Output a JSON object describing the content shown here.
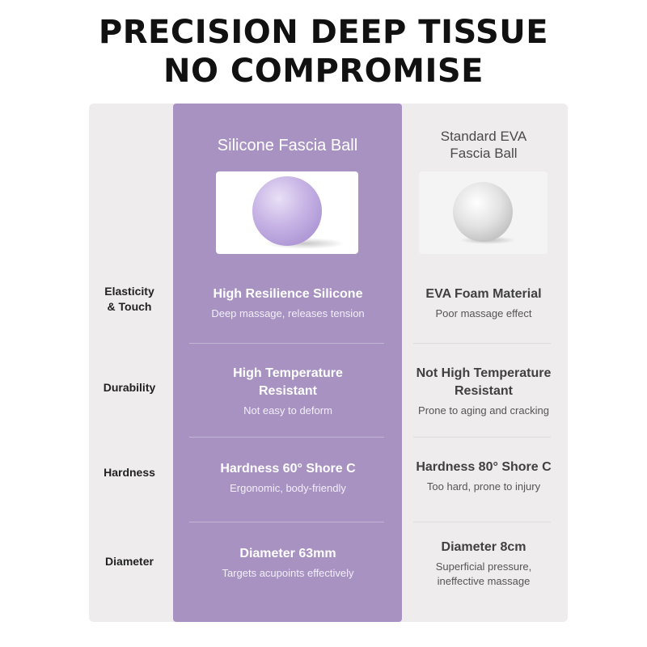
{
  "headline": {
    "line1": "PRECISION DEEP TISSUE",
    "line2": "NO COMPROMISE"
  },
  "columns": {
    "silicone_title": "Silicone Fascia Ball",
    "eva_title_line1": "Standard EVA",
    "eva_title_line2": "Fascia Ball"
  },
  "colors": {
    "accent_purple": "#a792c1",
    "panel_gray": "#eeeced"
  },
  "rows": [
    {
      "label_line1": "Elasticity",
      "label_line2": "& Touch",
      "silicone_title": "High Resilience Silicone",
      "silicone_desc": "Deep massage, releases tension",
      "eva_title": "EVA Foam Material",
      "eva_desc": "Poor massage effect"
    },
    {
      "label_line1": "Durability",
      "silicone_title_line1": "High Temperature",
      "silicone_title_line2": "Resistant",
      "silicone_desc": "Not easy to deform",
      "eva_title_line1": "Not High Temperature",
      "eva_title_line2": "Resistant",
      "eva_desc": "Prone to aging and cracking"
    },
    {
      "label_line1": "Hardness",
      "silicone_title": "Hardness 60° Shore C",
      "silicone_desc": "Ergonomic, body-friendly",
      "eva_title": "Hardness 80° Shore C",
      "eva_desc": "Too hard, prone to injury"
    },
    {
      "label_line1": "Diameter",
      "silicone_title": "Diameter 63mm",
      "silicone_desc": "Targets acupoints effectively",
      "eva_title": "Diameter 8cm",
      "eva_desc_line1": "Superficial pressure,",
      "eva_desc_line2": "ineffective massage"
    }
  ]
}
